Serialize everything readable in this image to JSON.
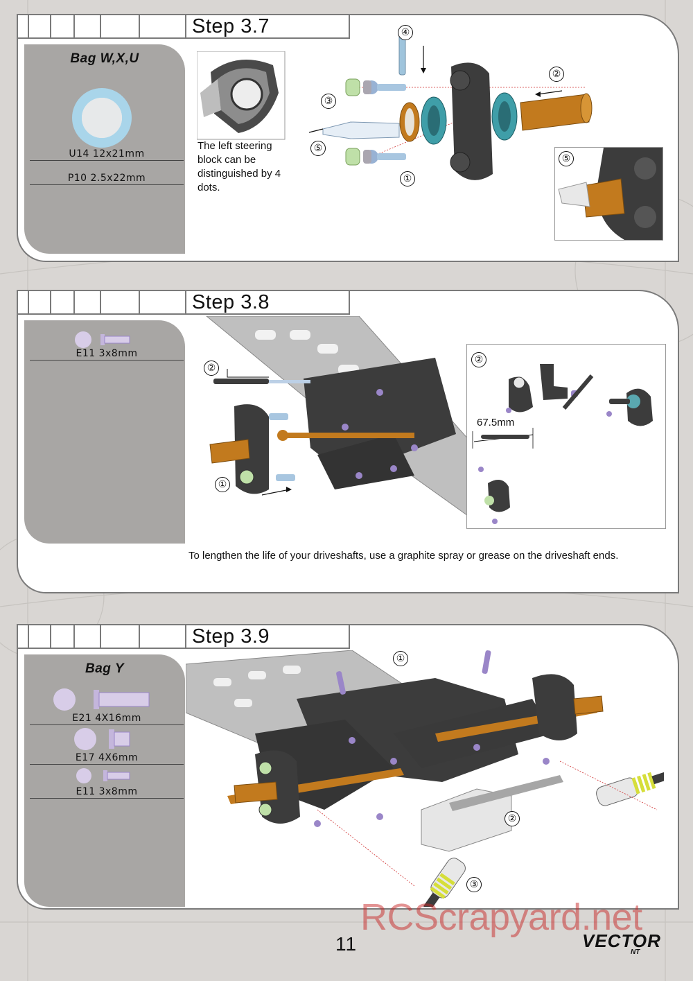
{
  "steps": [
    {
      "title": "Step 3.7",
      "bag": "Bag W,X,U",
      "parts": [
        "U14  12x21mm",
        "P10  2.5x22mm"
      ],
      "caption": "The left steering block can be distinguished by 4 dots.",
      "callouts": [
        "①",
        "②",
        "③",
        "④",
        "⑤",
        "⑤"
      ]
    },
    {
      "title": "Step 3.8",
      "parts": [
        "E11  3x8mm"
      ],
      "measure": "67.5mm",
      "note": "To lengthen the life of your driveshafts, use a graphite spray or grease on the driveshaft ends.",
      "callouts": [
        "①",
        "②",
        "②"
      ]
    },
    {
      "title": "Step 3.9",
      "bag": "Bag Y",
      "parts": [
        "E21  4X16mm",
        "E17  4X6mm",
        "E11  3x8mm"
      ],
      "callouts": [
        "①",
        "②",
        "③"
      ]
    }
  ],
  "footer": {
    "page_number": "11",
    "watermark": "RCScrapyard.net",
    "logo": "VECTOR",
    "logo_sub": "NT"
  },
  "colors": {
    "panel_grey": "#a8a6a4",
    "chassis_dark": "#3c3c3c",
    "axle_orange": "#c27a1e",
    "screw_purple": "#9a86c8",
    "bearing_teal": "#3f9ea8",
    "spring_yellow": "#d6de3a"
  }
}
